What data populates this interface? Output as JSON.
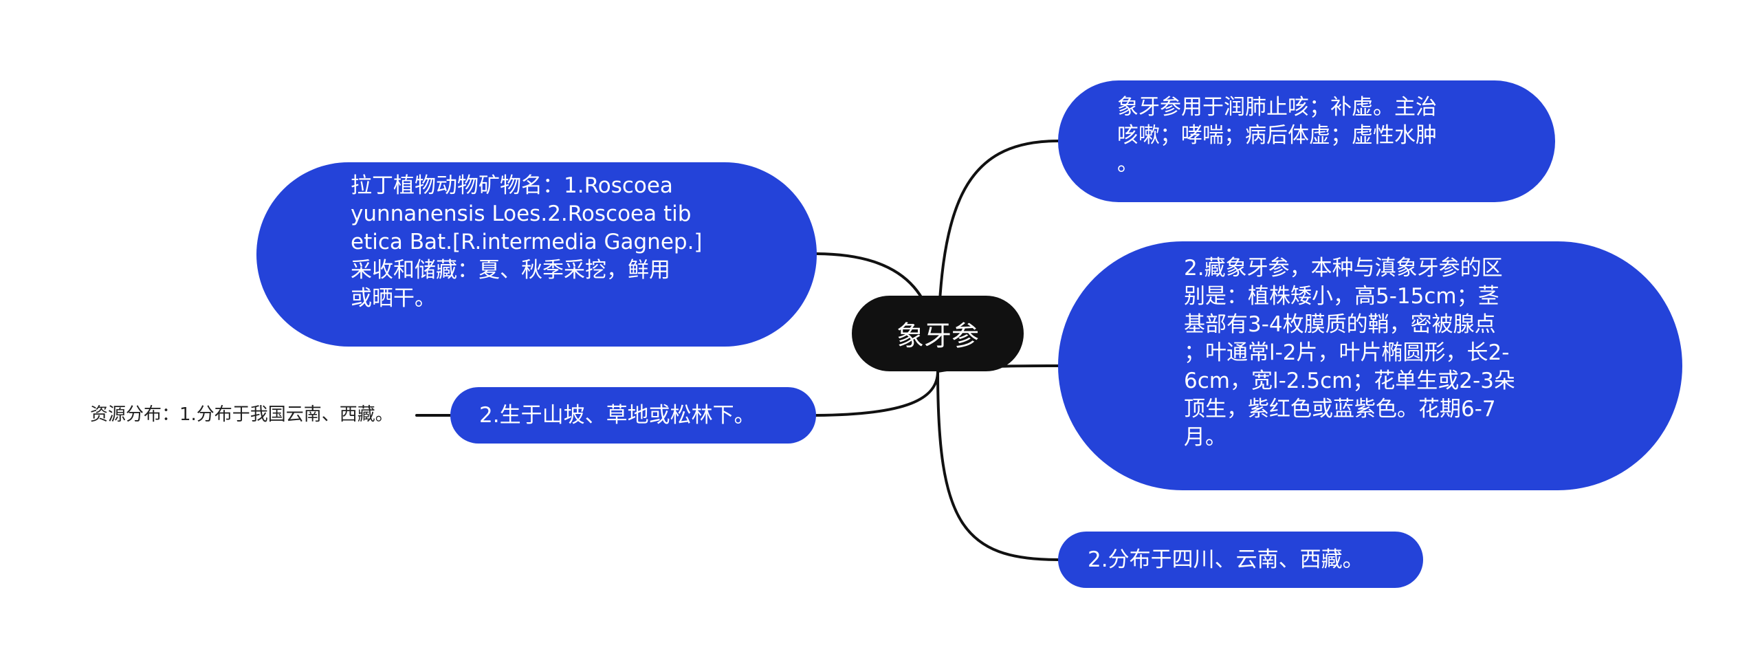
{
  "root": {
    "label": "象牙参"
  },
  "nodes": {
    "latin": "拉丁植物动物矿物名：1.Roscoea\nyunnanensis Loes.2.Roscoea tib\netica Bat.[R.intermedia Gagnep.]\n采收和储藏：夏、秋季采挖，鲜用\n或晒干。",
    "habitat": "2.生于山坡、草地或松林下。",
    "resource": "资源分布：1.分布于我国云南、西藏。",
    "use": "象牙参用于润肺止咳；补虚。主治\n咳嗽；哮喘；病后体虚；虚性水肿\n。",
    "species": "2.藏象牙参，本种与滇象牙参的区\n别是：植株矮小，高5-15cm；茎\n基部有3-4枚膜质的鞘，密被腺点\n；叶通常l-2片，叶片椭圆形，长2-\n6cm，宽l-2.5cm；花单生或2-3朵\n顶生，紫红色或蓝紫色。花期6-7\n月。",
    "distribution": "2.分布于四川、云南、西藏。"
  },
  "colors": {
    "node_fill": "#2443d9",
    "root_fill": "#111111",
    "connector": "#111111",
    "text_light": "#ffffff",
    "text_dark": "#222222"
  }
}
